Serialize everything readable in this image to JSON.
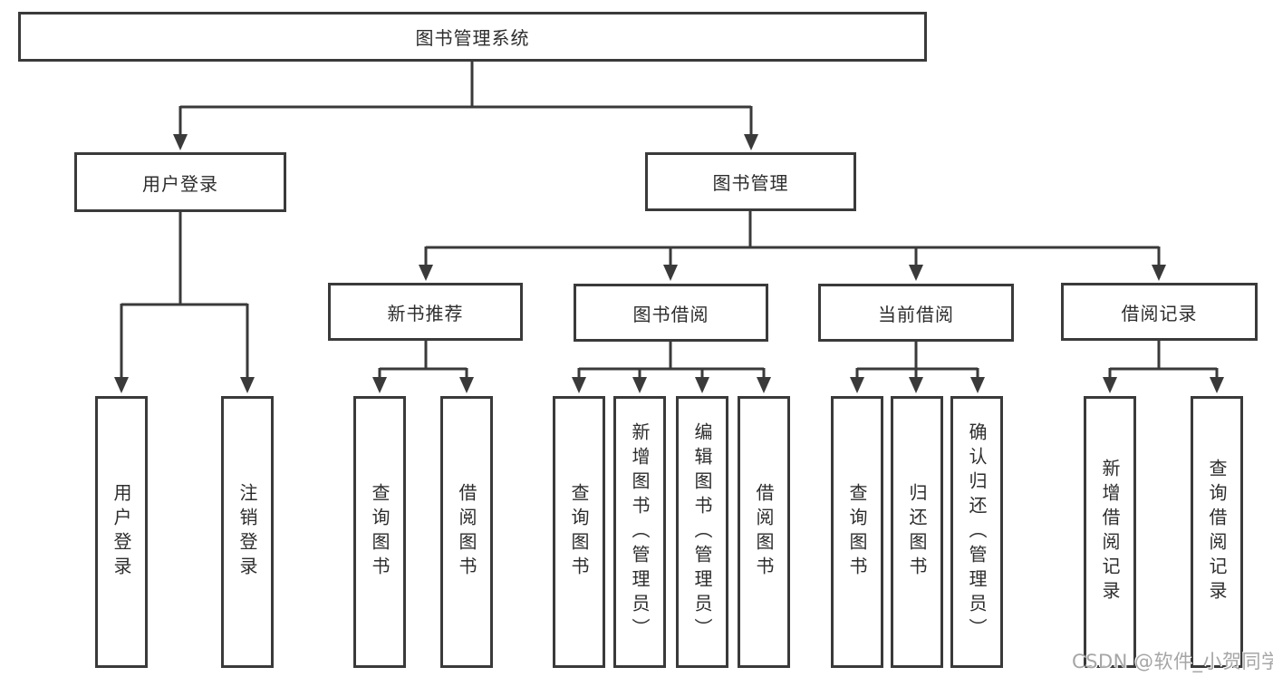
{
  "root": {
    "label": "图书管理系统"
  },
  "level2": [
    {
      "label": "用户登录"
    },
    {
      "label": "图书管理"
    }
  ],
  "level3": [
    {
      "label": "新书推荐"
    },
    {
      "label": "图书借阅"
    },
    {
      "label": "当前借阅"
    },
    {
      "label": "借阅记录"
    }
  ],
  "leaves": [
    {
      "label": "用户登录"
    },
    {
      "label": "注销登录"
    },
    {
      "label": "查询图书"
    },
    {
      "label": "借阅图书"
    },
    {
      "label": "查询图书"
    },
    {
      "label": "新增图书（管理员）"
    },
    {
      "label": "编辑图书（管理员）"
    },
    {
      "label": "借阅图书"
    },
    {
      "label": "查询图书"
    },
    {
      "label": "归还图书"
    },
    {
      "label": "确认归还（管理员）"
    },
    {
      "label": "新增借阅记录"
    },
    {
      "label": "查询借阅记录"
    }
  ],
  "watermark": "CSDN @软件_小贺同学",
  "colors": {
    "line": "#3a3a3a",
    "text": "#2d2d2d",
    "watermark": "#a6a6a6",
    "background": "#ffffff"
  }
}
